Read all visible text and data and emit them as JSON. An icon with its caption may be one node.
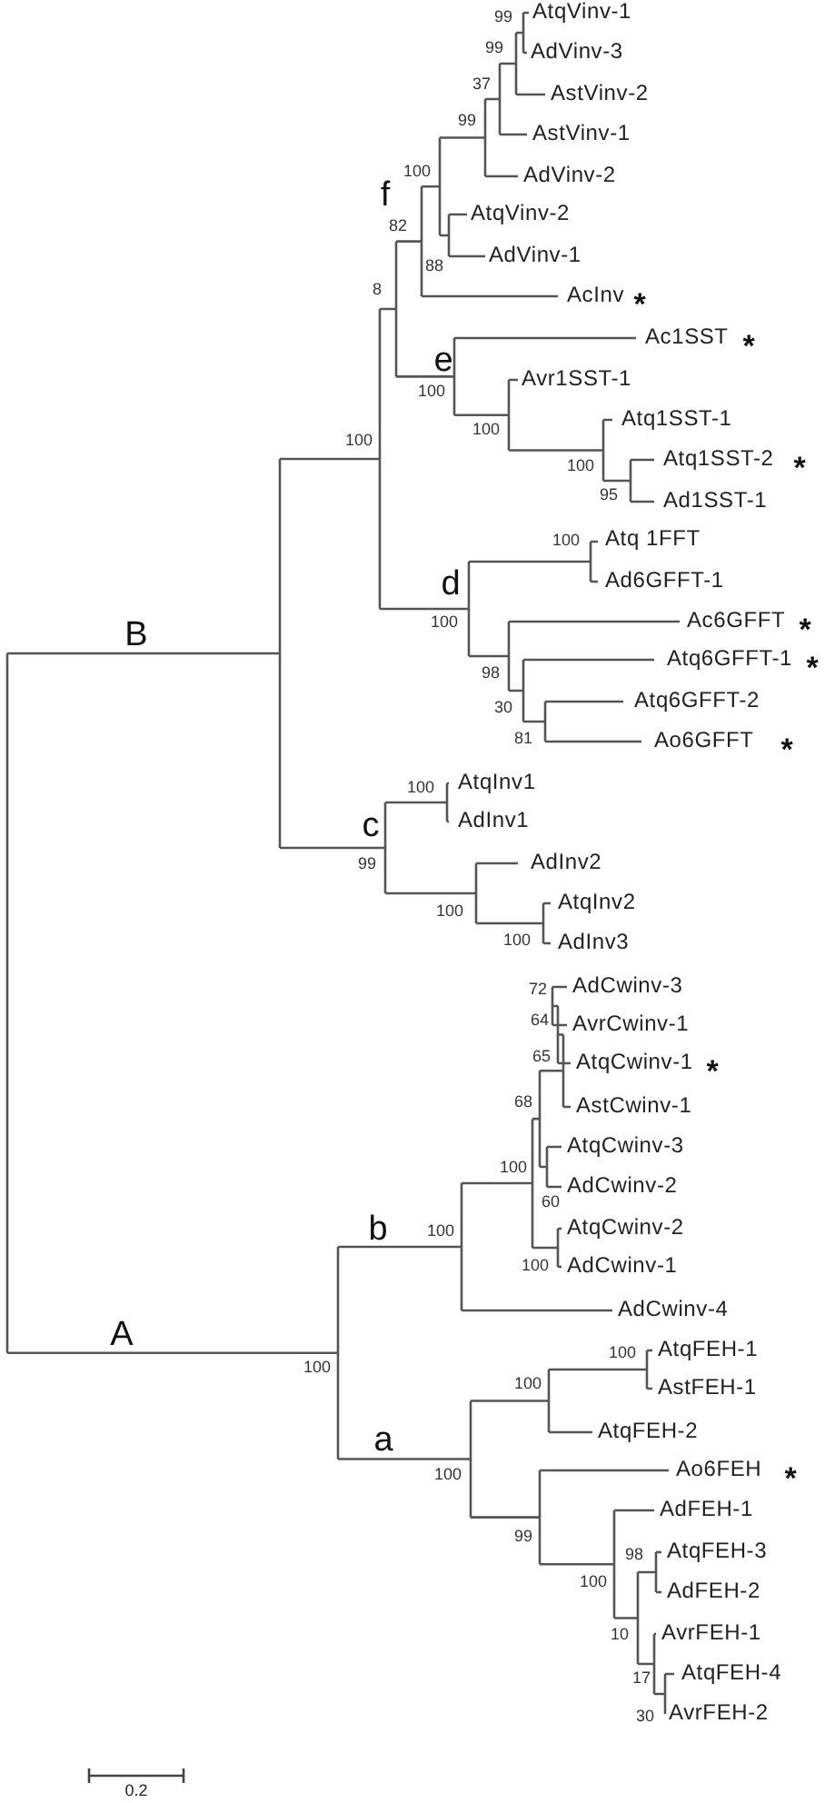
{
  "diagram": {
    "labels": [
      "99",
      "AtqVinv-1",
      "99",
      "AdVinv-3",
      "37",
      "AstVinv-2",
      "99",
      "AstVinv-1",
      "100",
      "AdVinv-2",
      "f",
      "AtqVinv-2",
      "82",
      "88",
      "AdVinv-1",
      "8",
      "AcInv",
      "*",
      "Ac1SST",
      "*",
      "e",
      "Avr1SST-1",
      "100",
      "Atq1SST-1",
      "100",
      "100",
      "Atq1SST-2",
      "*",
      "100",
      "95",
      "Ad1SST-1",
      "Atq 1FFT",
      "100",
      "Ad6GFFT-1",
      "d",
      "Ac6GFFT",
      "*",
      "100",
      "B",
      "Atq6GFFT-1",
      "*",
      "98",
      "Atq6GFFT-2",
      "30",
      "81",
      "Ao6GFFT",
      "*",
      "AtqInv1",
      "100",
      "AdInv1",
      "c",
      "AdInv2",
      "99",
      "AtqInv2",
      "100",
      "100",
      "AdInv3",
      "AdCwinv-3",
      "72",
      "64",
      "AvrCwinv-1",
      "65",
      "AtqCwinv-1",
      "*",
      "68",
      "AstCwinv-1",
      "AtqCwinv-3",
      "100",
      "60",
      "AdCwinv-2",
      "AtqCwinv-2",
      "b",
      "100",
      "100",
      "AdCwinv-1",
      "AdCwinv-4",
      "A",
      "AtqFEH-1",
      "100",
      "100",
      "100",
      "AstFEH-1",
      "AtqFEH-2",
      "a",
      "Ao6FEH",
      "*",
      "100",
      "AdFEH-1",
      "99",
      "AtqFEH-3",
      "98",
      "100",
      "AdFEH-2",
      "AvrFEH-1",
      "10",
      "AtqFEH-4",
      "17",
      "AvrFEH-2",
      "30",
      "0.2"
    ]
  }
}
